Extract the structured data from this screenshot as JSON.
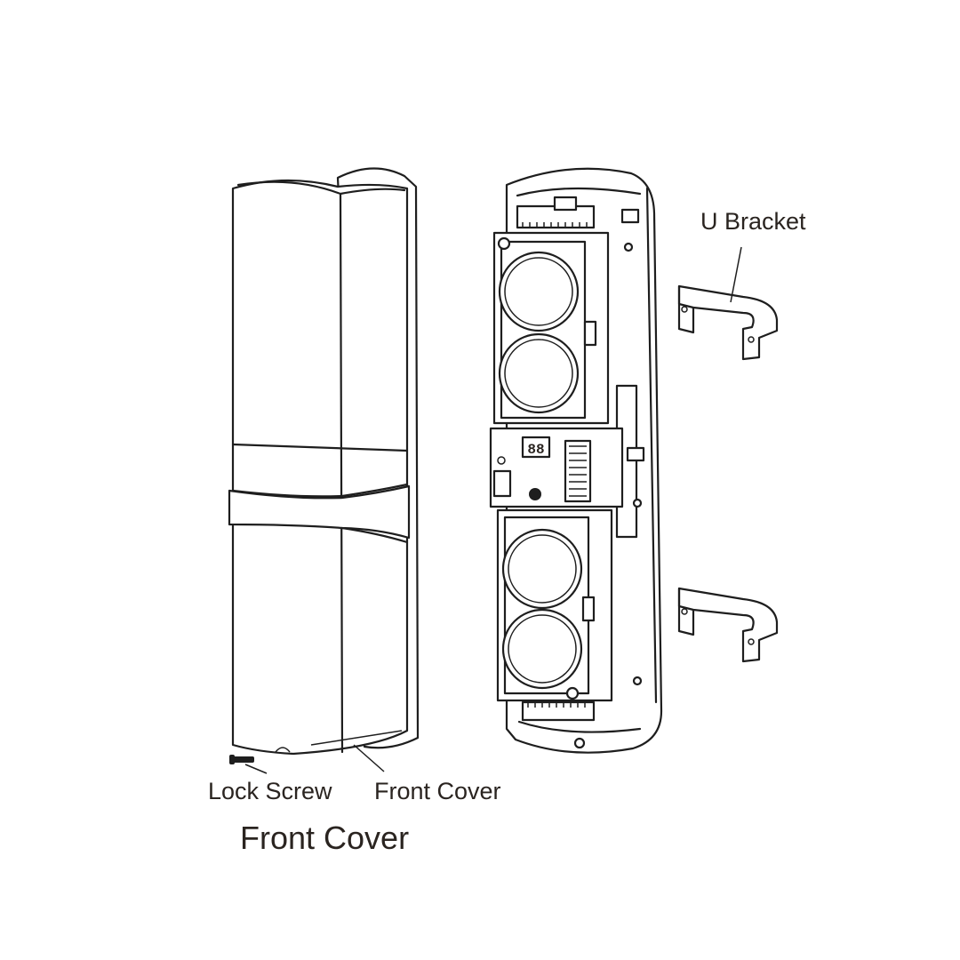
{
  "labels": {
    "u_bracket": "U Bracket",
    "lock_screw": "Lock Screw",
    "front_cover_callout": "Front Cover",
    "caption": "Front Cover"
  },
  "display": {
    "digits": "88"
  },
  "colors": {
    "line": "#1e1e1e",
    "text": "#2a2420",
    "background": "#ffffff"
  }
}
